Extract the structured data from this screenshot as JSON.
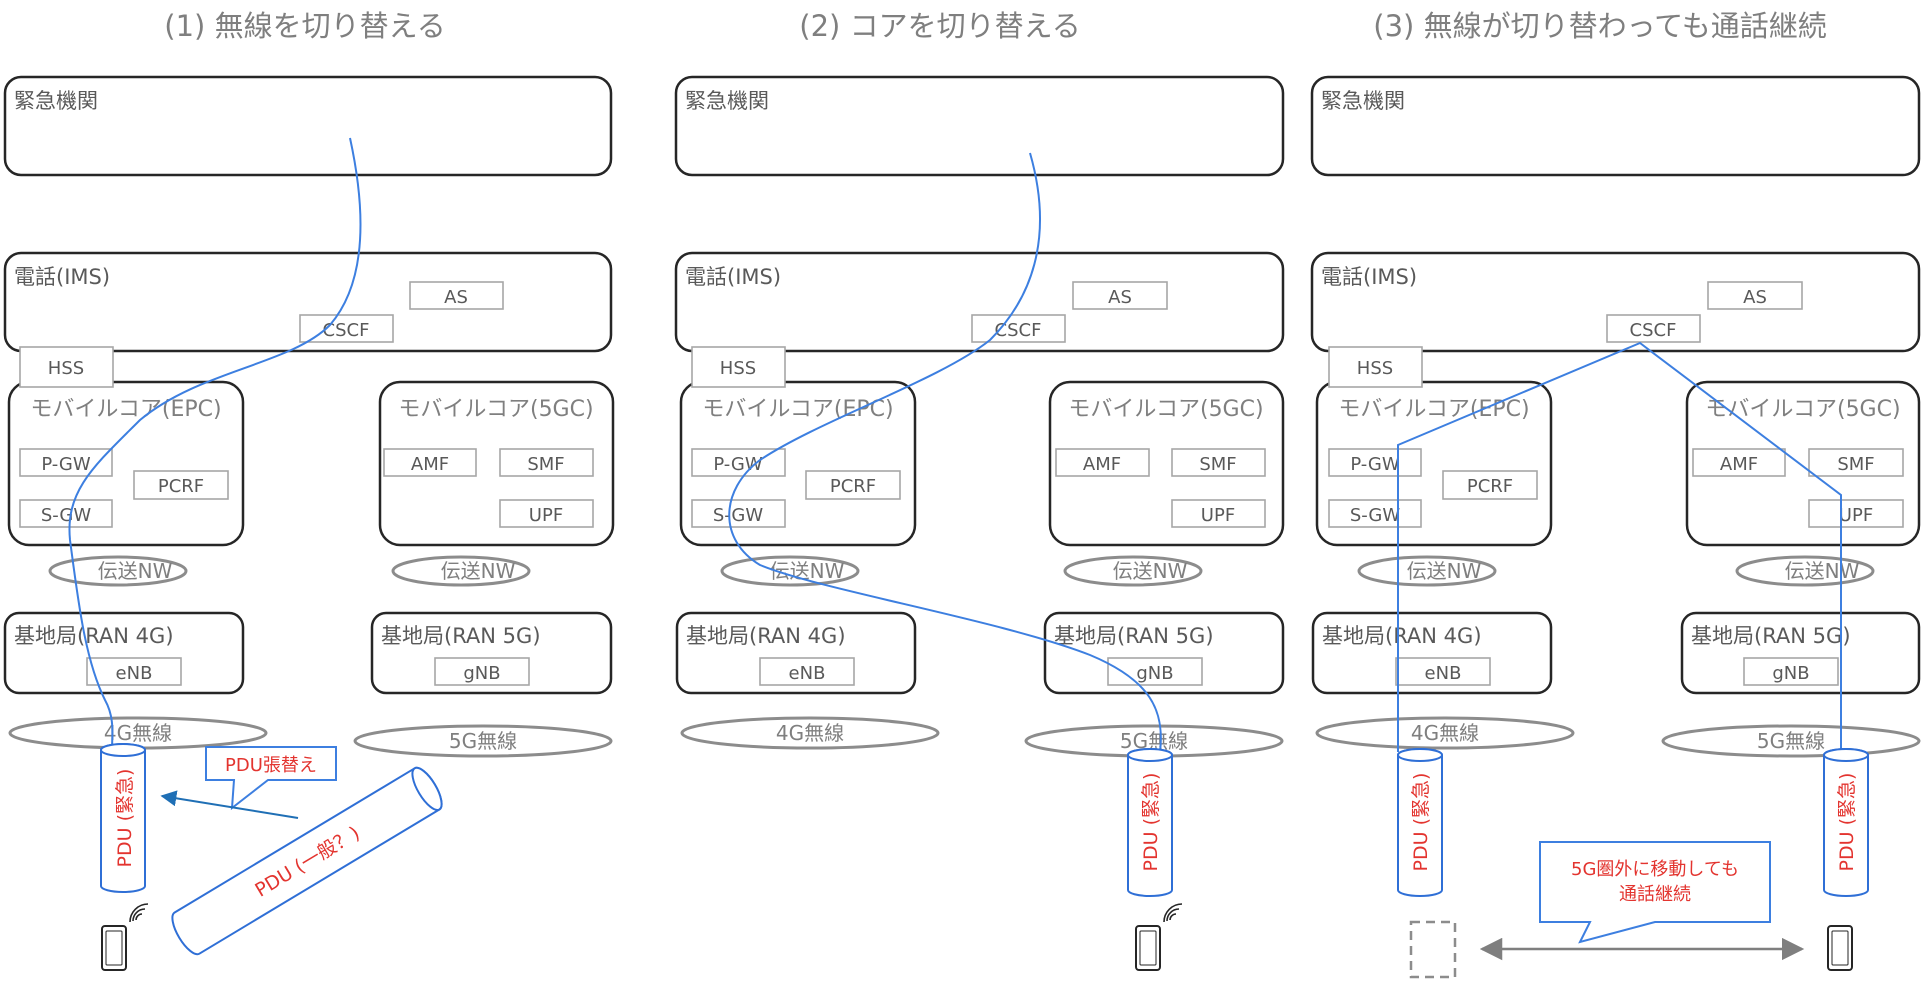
{
  "titles": {
    "p1": "(1) 無線を切り替える",
    "p2": "(2) コアを切り替える",
    "p3": "(3) 無線が切り替わっても通話継続"
  },
  "groups": {
    "emergency": "緊急機関",
    "ims": "電話(IMS)",
    "epc": "モバイルコア(EPC)",
    "fivegc": "モバイルコア(5GC)",
    "ran4g": "基地局(RAN 4G)",
    "ran5g": "基地局(RAN 5G)"
  },
  "nodes": {
    "as": "AS",
    "cscf": "CSCF",
    "hss": "HSS",
    "pgw": "P-GW",
    "sgw": "S-GW",
    "pcrf": "PCRF",
    "amf": "AMF",
    "smf": "SMF",
    "upf": "UPF",
    "enb": "eNB",
    "gnb": "gNB"
  },
  "networks": {
    "transport": "伝送NW",
    "radio4g": "4G無線",
    "radio5g": "5G無線"
  },
  "pdu": {
    "emergency": "PDU (緊急)",
    "general": "PDU (一般？)"
  },
  "callouts": {
    "switch": "PDU張替え",
    "continue_line1": "5G圏外に移動しても",
    "continue_line2": "通話継続"
  },
  "icons": {
    "phone": "smartphone-icon",
    "signal": "signal-waves-icon",
    "phone_ghost": "smartphone-outline-dashed-icon",
    "move_arrow": "double-arrow-icon"
  },
  "colors": {
    "path": "#3d7fe0",
    "pdu_text": "#e3342f",
    "title": "#7f7f7f",
    "box_border": "#262626",
    "node_border": "#a6a6a6"
  }
}
